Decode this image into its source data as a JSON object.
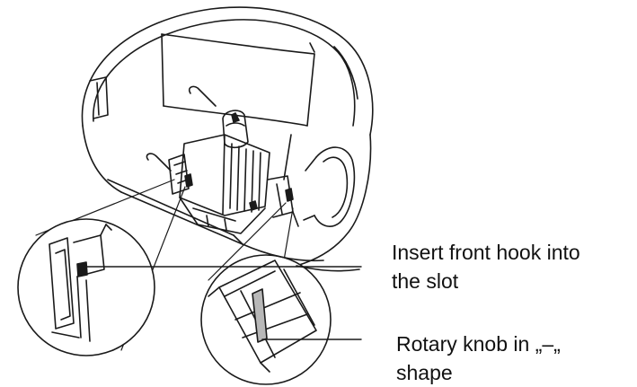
{
  "callouts": {
    "hook": {
      "line1": "Insert front hook into",
      "line2": "the slot"
    },
    "knob": {
      "line1": "Rotary knob in „–„",
      "line2": "shape"
    }
  },
  "colors": {
    "ink": "#1a1a1a",
    "background": "#ffffff",
    "knob_fill": "#b8b8b8",
    "highlight_fill": "#e6e6e6"
  }
}
